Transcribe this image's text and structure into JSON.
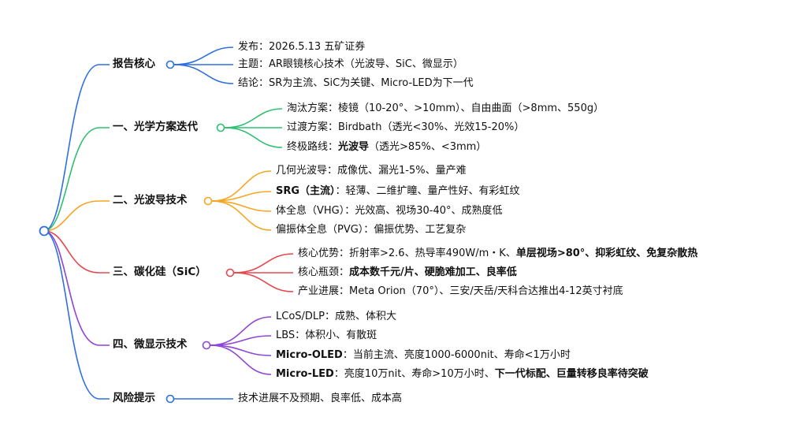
{
  "colors": {
    "blue": "#2f6fdf",
    "green": "#2fbf71",
    "orange": "#f5a623",
    "red": "#e5484d",
    "purple": "#8e44d6"
  },
  "branches": [
    {
      "label": "报告核心",
      "color": "#2f6fdf",
      "leaves": [
        [
          {
            "t": "发布：2026.5.13 五矿证券"
          }
        ],
        [
          {
            "t": "主题：AR眼镜核心技术（光波导、SiC、微显示）"
          }
        ],
        [
          {
            "t": "结论：SR为主流、SiC为关键、Micro-LED为下一代"
          }
        ]
      ]
    },
    {
      "label": "一、光学方案迭代",
      "color": "#2fbf71",
      "leaves": [
        [
          {
            "t": "淘汰方案：棱镜（10-20°、>10mm）、自由曲面（>8mm、550g）"
          }
        ],
        [
          {
            "t": "过渡方案：Birdbath（透光<30%、光效15-20%）"
          }
        ],
        [
          {
            "t": "终极路线："
          },
          {
            "t": "光波导",
            "b": true
          },
          {
            "t": "（透光>85%、<3mm）"
          }
        ]
      ]
    },
    {
      "label": "二、光波导技术",
      "color": "#f5a623",
      "leaves": [
        [
          {
            "t": "几何光波导：成像优、漏光1-5%、量产难"
          }
        ],
        [
          {
            "t": "SRG（主流）",
            "b": true
          },
          {
            "t": "：轻薄、二维扩瞳、量产性好、有彩虹纹"
          }
        ],
        [
          {
            "t": "体全息（VHG）：光效高、视场30-40°、成熟度低"
          }
        ],
        [
          {
            "t": "偏振体全息（PVG）：偏振优势、工艺复杂"
          }
        ]
      ]
    },
    {
      "label": "三、碳化硅（SiC）",
      "color": "#e5484d",
      "leaves": [
        [
          {
            "t": "核心优势：折射率>2.6、热导率490W/m・K、"
          },
          {
            "t": "单层视场>80°、抑彩虹纹、免复杂散热",
            "b": true
          }
        ],
        [
          {
            "t": "核心瓶颈："
          },
          {
            "t": "成本数千元/片、硬脆难加工、良率低",
            "b": true
          }
        ],
        [
          {
            "t": "产业进展：Meta Orion（70°）、三安/天岳/天科合达推出4-12英寸衬底"
          }
        ]
      ]
    },
    {
      "label": "四、微显示技术",
      "color": "#8e44d6",
      "leaves": [
        [
          {
            "t": "LCoS/DLP：成熟、体积大"
          }
        ],
        [
          {
            "t": "LBS：体积小、有散斑"
          }
        ],
        [
          {
            "t": "Micro-OLED",
            "b": true
          },
          {
            "t": "：当前主流、亮度1000-6000nit、寿命<1万小时"
          }
        ],
        [
          {
            "t": "Micro-LED",
            "b": true
          },
          {
            "t": "：亮度10万nit、寿命>10万小时、"
          },
          {
            "t": "下一代标配、巨量转移良率待突破",
            "b": true
          }
        ]
      ]
    },
    {
      "label": "风险提示",
      "color": "#2f6fdf",
      "leaves": [
        [
          {
            "t": "技术进展不及预期、良率低、成本高"
          }
        ]
      ]
    }
  ]
}
